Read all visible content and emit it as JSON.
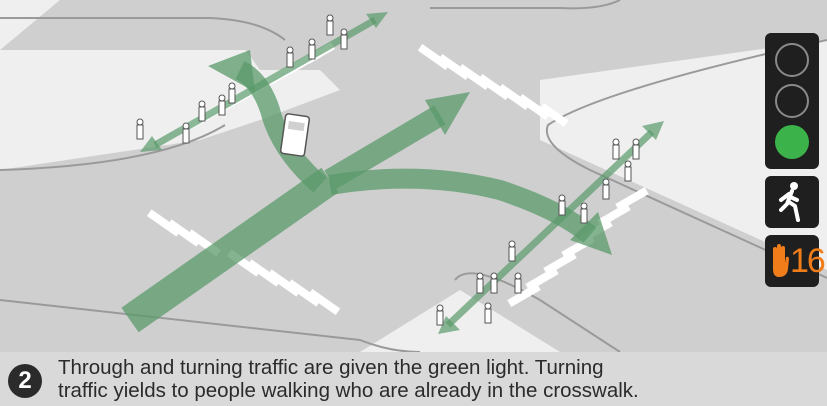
{
  "scene": {
    "road_color": "#cfcfcf",
    "sidewalk_color": "#efefef",
    "arrow_color": "#5a9a6a",
    "crosswalk_color": "#ffffff"
  },
  "signal": {
    "lamps": [
      "off",
      "off",
      "green"
    ],
    "green_color": "#3cb34a",
    "walk_icon": "walking-person-icon",
    "dont_walk_icon": "raised-hand-icon",
    "countdown": "16",
    "countdown_color": "#f07d1a"
  },
  "caption": {
    "step": "2",
    "line1": "Through and turning traffic are given the green light. Turning",
    "line2": "traffic yields to people walking who are already in the crosswalk."
  }
}
